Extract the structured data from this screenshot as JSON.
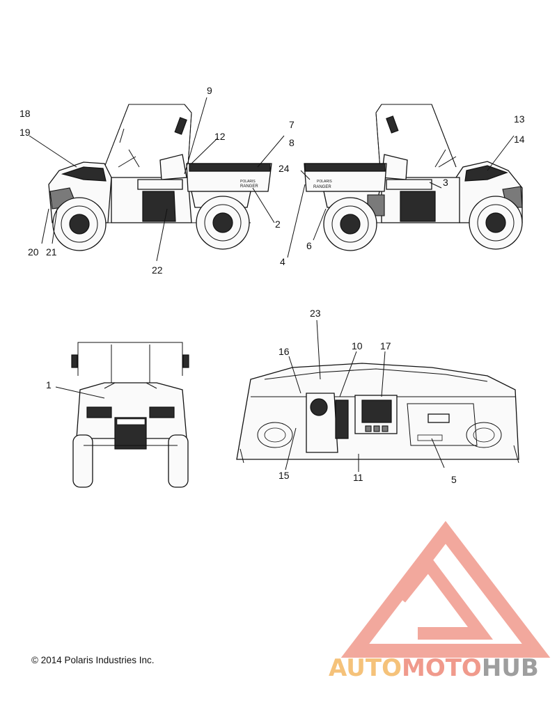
{
  "figure": {
    "copyright": "© 2014 Polaris Industries Inc.",
    "decal_text_bed": "RANGER",
    "decal_text_polaris": "POLARIS"
  },
  "callouts": {
    "c1": "1",
    "c2": "2",
    "c3": "3",
    "c4": "4",
    "c5": "5",
    "c6": "6",
    "c7": "7",
    "c8": "8",
    "c9": "9",
    "c10": "10",
    "c11": "11",
    "c12": "12",
    "c13": "13",
    "c14": "14",
    "c15": "15",
    "c16": "16",
    "c17": "17",
    "c18": "18",
    "c19": "19",
    "c20": "20",
    "c21": "21",
    "c22": "22",
    "c23": "23",
    "c24": "24"
  },
  "watermark": {
    "part1": "AUTO",
    "part2": "MOTO",
    "part3": "HUB",
    "color_auto": "#f5c27a",
    "color_moto": "#f09a8c",
    "color_hub": "#9e9e9e",
    "logo_color": "#f09a8c"
  }
}
